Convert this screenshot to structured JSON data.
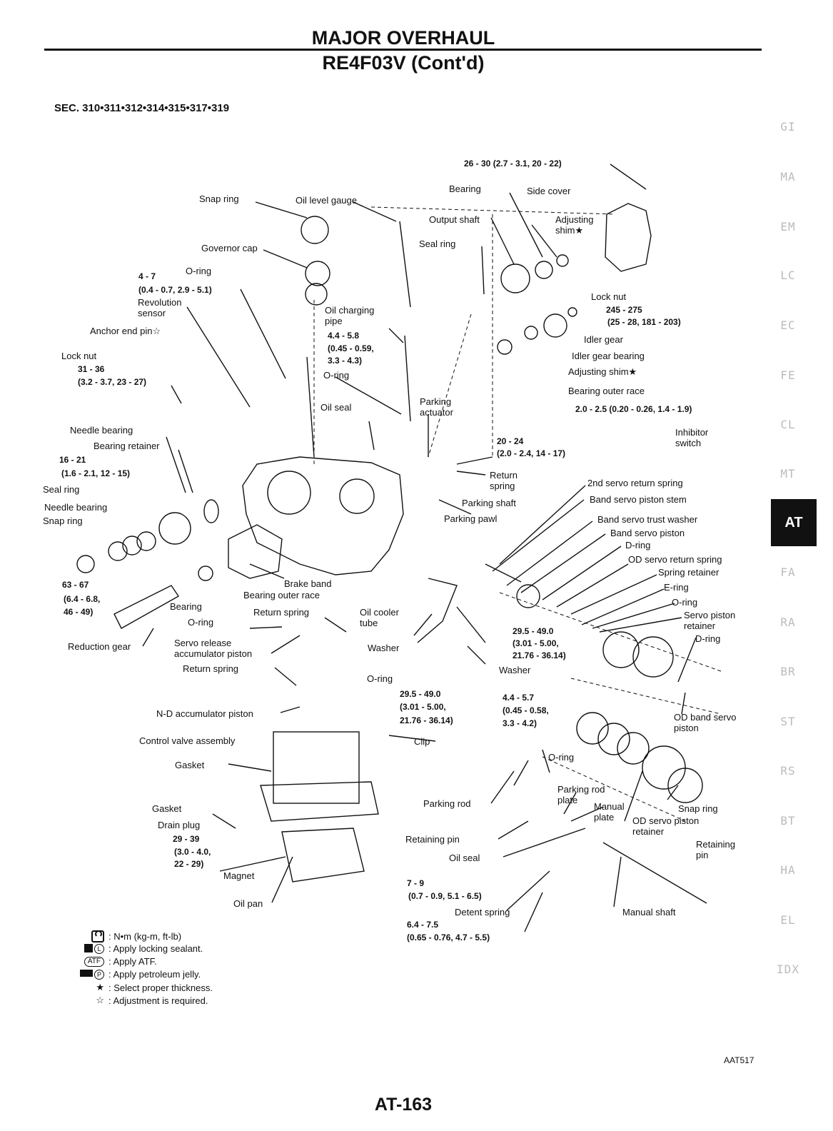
{
  "header": {
    "title": "MAJOR OVERHAUL",
    "subtitle": "RE4F03V (Cont'd)"
  },
  "section_ref": "SEC. 310•311•312•314•315•317•319",
  "side_tabs": [
    "GI",
    "MA",
    "EM",
    "LC",
    "EC",
    "FE",
    "CL",
    "MT",
    "AT",
    "FA",
    "RA",
    "BR",
    "ST",
    "RS",
    "BT",
    "HA",
    "EL",
    "IDX"
  ],
  "active_tab": "AT",
  "labels": {
    "snap_ring_top": "Snap ring",
    "oil_level_gauge": "Oil level gauge",
    "side_cover_torque": "26 - 30 (2.7 - 3.1, 20 - 22)",
    "bearing_top": "Bearing",
    "side_cover": "Side cover",
    "output_shaft": "Output shaft",
    "adjusting_shim_top": "Adjusting shim★",
    "governor_cap": "Governor cap",
    "seal_ring_top": "Seal ring",
    "sensor_torque_a": "4 - 7",
    "sensor_torque_b": "(0.4 - 0.7, 2.9 - 5.1)",
    "o_ring_gov": "O-ring",
    "revolution_sensor": "Revolution sensor",
    "oil_charging_pipe": "Oil charging pipe",
    "anchor_end_pin": "Anchor end pin☆",
    "pipe_torque_a": "4.4 - 5.8",
    "pipe_torque_b": "(0.45 - 0.59,",
    "pipe_torque_c": "3.3 - 4.3)",
    "lock_nut_left": "Lock nut",
    "lock_nut_torque_a": "31 - 36",
    "lock_nut_torque_b": "(3.2 - 3.7, 23 - 27)",
    "o_ring_pipe": "O-ring",
    "lock_nut_right": "Lock nut",
    "lock_nut_right_torque_a": "245 - 275",
    "lock_nut_right_torque_b": "(25 - 28, 181 - 203)",
    "idler_gear": "Idler gear",
    "idler_gear_bearing": "Idler gear bearing",
    "adjusting_shim_mid": "Adjusting shim★",
    "bearing_outer_race_top": "Bearing outer race",
    "inhibitor_torque": "2.0 - 2.5 (0.20 - 0.26, 1.4 - 1.9)",
    "inhibitor_switch": "Inhibitor switch",
    "oil_seal_mid": "Oil seal",
    "parking_actuator": "Parking actuator",
    "needle_bearing_top": "Needle bearing",
    "bearing_retainer": "Bearing retainer",
    "retainer_torque_a": "16 - 21",
    "retainer_torque_b": "(1.6 - 2.1, 12 - 15)",
    "parking_torque_a": "20 - 24",
    "parking_torque_b": "(2.0 - 2.4, 14 - 17)",
    "return_spring_park": "Return spring",
    "parking_shaft": "Parking shaft",
    "parking_pawl": "Parking pawl",
    "seal_ring_left": "Seal ring",
    "needle_bearing_left": "Needle bearing",
    "snap_ring_left": "Snap ring",
    "servo_2nd_return": "2nd servo return spring",
    "band_servo_stem": "Band servo piston stem",
    "band_servo_washer": "Band servo trust washer",
    "band_servo_piston": "Band servo piston",
    "d_ring_top": "D-ring",
    "od_servo_return": "OD servo return spring",
    "spring_retainer": "Spring retainer",
    "e_ring": "E-ring",
    "o_ring_servo": "O-ring",
    "servo_piston_retainer": "Servo piston retainer",
    "d_ring_mid": "D-ring",
    "reduction_torque_a": "63 - 67",
    "reduction_torque_b": "(6.4 - 6.8,",
    "reduction_torque_c": "46 - 49)",
    "bearing_reduction": "Bearing",
    "brake_band": "Brake band",
    "bearing_outer_race_mid": "Bearing outer race",
    "o_ring_return": "O-ring",
    "return_spring_mid": "Return spring",
    "oil_cooler_tube": "Oil cooler tube",
    "cooler_torque_a": "29.5 - 49.0",
    "cooler_torque_b": "(3.01 - 5.00,",
    "cooler_torque_c": "21.76 - 36.14)",
    "reduction_gear": "Reduction gear",
    "servo_release": "Servo release accumulator piston",
    "washer_left": "Washer",
    "washer_right": "Washer",
    "return_spring_low": "Return spring",
    "o_ring_low": "O-ring",
    "low_torque_a": "29.5 - 49.0",
    "low_torque_b": "(3.01 - 5.00,",
    "low_torque_c": "21.76 - 36.14)",
    "low2_torque_a": "4.4 - 5.7",
    "low2_torque_b": "(0.45 - 0.58,",
    "low2_torque_c": "3.3 - 4.2)",
    "nd_accumulator": "N-D accumulator piston",
    "od_band_servo": "OD band servo piston",
    "control_valve": "Control valve assembly",
    "clip": "Clip",
    "o_ring_bottom": "O-ring",
    "gasket_top": "Gasket",
    "parking_rod_plate": "Parking rod plate",
    "manual_plate": "Manual plate",
    "od_servo_retainer": "OD servo piston retainer",
    "snap_ring_right": "Snap ring",
    "parking_rod": "Parking rod",
    "gasket_low": "Gasket",
    "drain_plug": "Drain plug",
    "drain_torque_a": "29 - 39",
    "drain_torque_b": "(3.0 - 4.0,",
    "drain_torque_c": "22 - 29)",
    "retaining_pin_mid": "Retaining pin",
    "retaining_pin_right": "Retaining pin",
    "oil_seal_low": "Oil seal",
    "magnet": "Magnet",
    "pan_torque_a": "7 - 9",
    "pan_torque_b": "(0.7 - 0.9, 5.1 - 6.5)",
    "oil_pan": "Oil pan",
    "detent_spring": "Detent spring",
    "manual_shaft": "Manual shaft",
    "detent_torque_a": "6.4 - 7.5",
    "detent_torque_b": "(0.65 - 0.76, 4.7 - 5.5)"
  },
  "legend": [
    {
      "symbol": "torque-icon",
      "text": ": N•m (kg-m, ft-lb)"
    },
    {
      "symbol": "locking-sealant-icon",
      "text": ": Apply locking sealant."
    },
    {
      "symbol": "atf-icon",
      "text": ": Apply ATF."
    },
    {
      "symbol": "petroleum-jelly-icon",
      "text": ": Apply petroleum jelly."
    },
    {
      "symbol": "★",
      "text": ": Select proper thickness."
    },
    {
      "symbol": "☆",
      "text": ": Adjustment is required."
    }
  ],
  "legend_symbols": {
    "atf": "ATF",
    "locking": "L",
    "jelly": "P"
  },
  "figure_ref": "AAT517",
  "page_number": "AT-163",
  "colors": {
    "ink": "#111111",
    "tab_inactive": "#bbbbbb",
    "tab_active_bg": "#111111"
  }
}
